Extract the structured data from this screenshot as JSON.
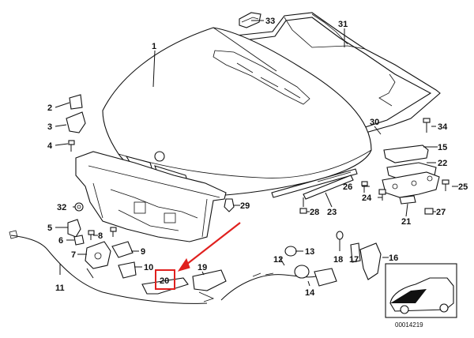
{
  "labels": {
    "l1": "1",
    "l2": "2",
    "l3": "3",
    "l4": "4",
    "l5": "5",
    "l6": "6",
    "l7": "7",
    "l8": "8",
    "l9": "9",
    "l10": "10",
    "l11": "11",
    "l12": "12",
    "l13": "13",
    "l14": "14",
    "l15": "15",
    "l16": "16",
    "l17": "17",
    "l18": "18",
    "l19": "19",
    "l20": "20",
    "l21": "21",
    "l22": "22",
    "l23": "23",
    "l24": "24",
    "l25": "25",
    "l26": "26",
    "l27": "27",
    "l28": "28",
    "l29": "29",
    "l30": "30",
    "l31": "31",
    "l32": "32",
    "l33": "33",
    "l34": "34"
  },
  "doc_id": "00014219",
  "highlight": {
    "part": "20",
    "color": "#e0201e"
  }
}
